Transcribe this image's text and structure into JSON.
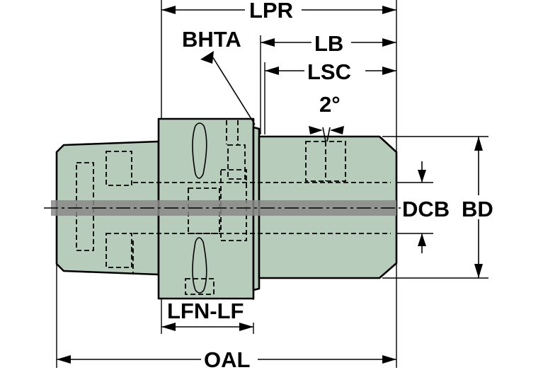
{
  "labels": {
    "lpr": "LPR",
    "bhta": "BHTA",
    "lb": "LB",
    "lsc": "LSC",
    "angle": "2°",
    "dcb": "DCB",
    "bd": "BD",
    "lfn_lf": "LFN-LF",
    "oal": "OAL"
  },
  "colors": {
    "body_fill": "#b8ccbc",
    "axis_band": "#888888",
    "line": "#000000",
    "background": "#ffffff"
  }
}
